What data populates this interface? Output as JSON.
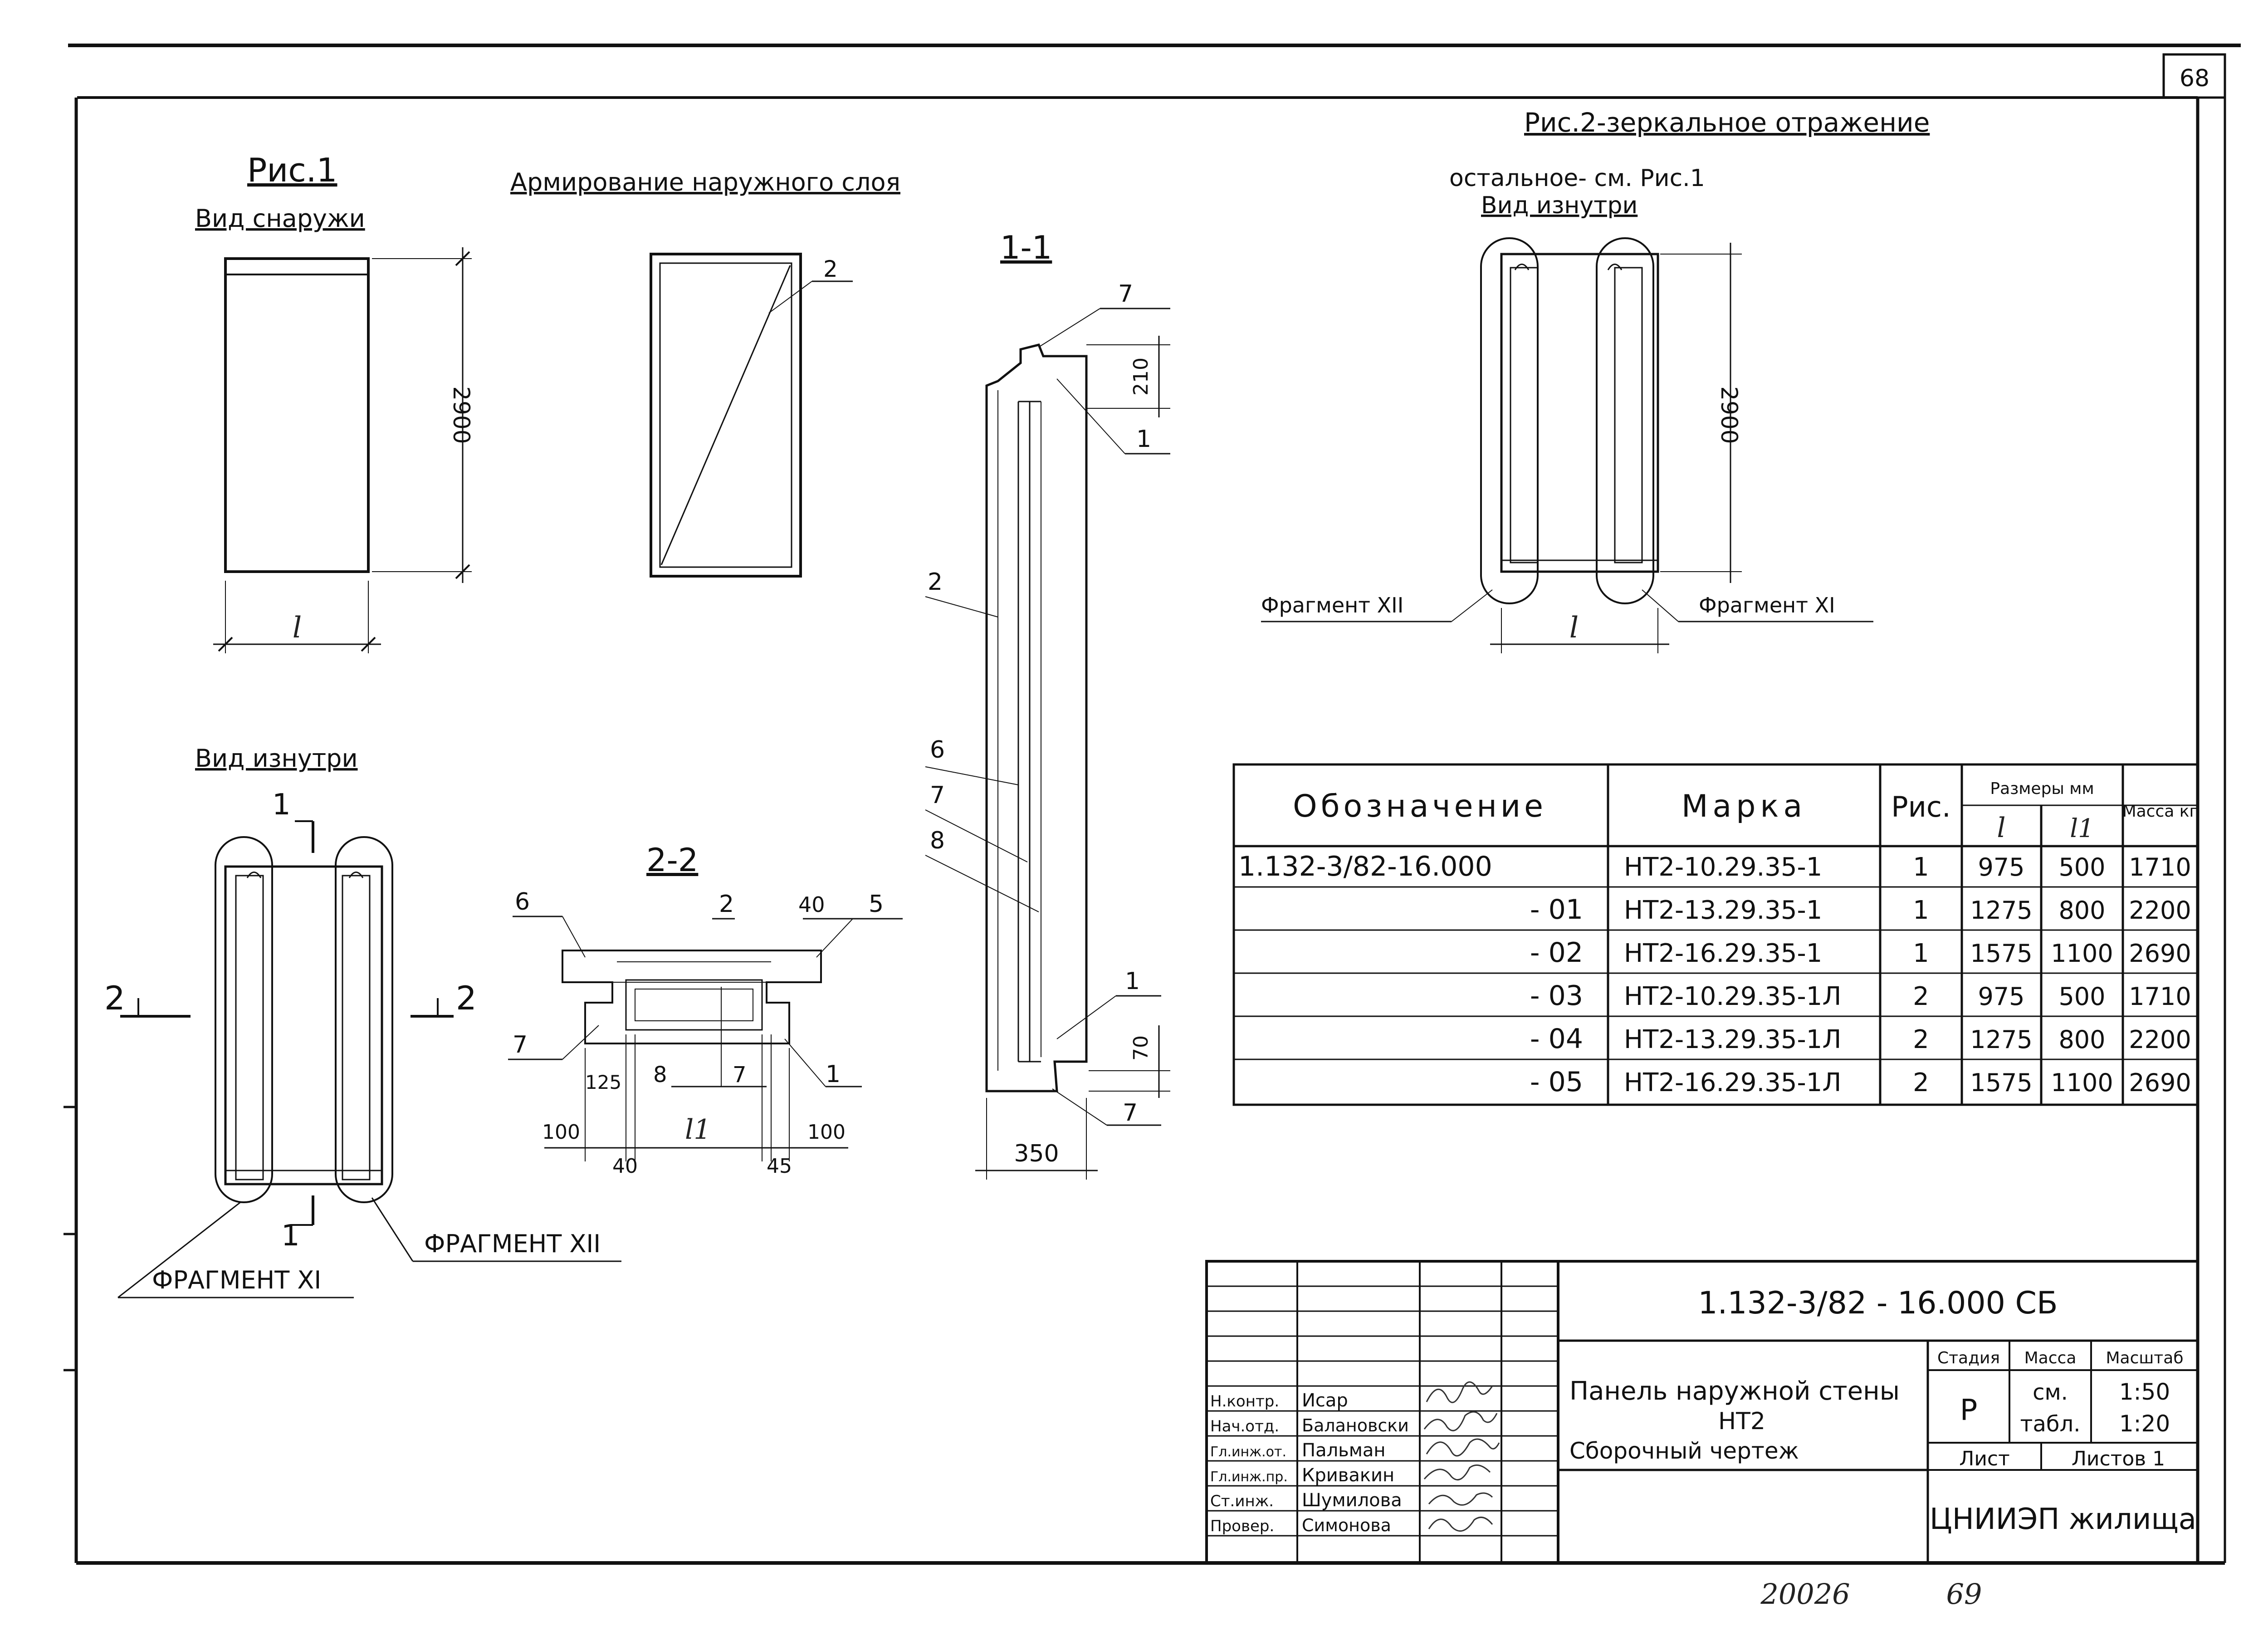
{
  "sheet_number_top": "68",
  "footer": {
    "code": "20026",
    "page": "69"
  },
  "fig1": {
    "title": "Рис.1",
    "view_outside": "Вид снаружи",
    "dim_height": "2900",
    "dim_width": "l",
    "view_inside": "Вид изнутри",
    "cut_1": "1",
    "cut_2": "2",
    "fragment_xi": "ФРАГМЕНТ XI",
    "fragment_xii": "ФРАГМЕНТ XII"
  },
  "reinforcement": {
    "title": "Армирование наружного слоя",
    "label_2": "2"
  },
  "section_22": {
    "title": "2-2",
    "labels": [
      "6",
      "2",
      "40",
      "5",
      "7",
      "8",
      "7",
      "1"
    ],
    "dims": [
      "125",
      "100",
      "l1",
      "100",
      "40",
      "45"
    ]
  },
  "section_11": {
    "title": "1-1",
    "labels": [
      "7",
      "1",
      "2",
      "6",
      "7",
      "8",
      "1",
      "7"
    ],
    "dims": [
      "210",
      "70",
      "350"
    ]
  },
  "fig2": {
    "title": "Рис.2-зеркальное отражение",
    "note": "остальное- см. Рис.1",
    "view_inside": "Вид изнутри",
    "dim_height": "2900",
    "dim_width": "l",
    "fragment_xii": "Фрагмент XII",
    "fragment_xi": "Фрагмент XI"
  },
  "spec_table": {
    "headers": {
      "designation": "Обозначение",
      "mark": "Марка",
      "fig": "Рис.",
      "sizes": "Размеры мм",
      "l": "l",
      "l1": "l1",
      "mass": "Масса кг"
    },
    "rows": [
      {
        "designation": "1.132-3/82-16.000",
        "mark": "НТ2-10.29.35-1",
        "fig": "1",
        "l": "975",
        "l1": "500",
        "mass": "1710"
      },
      {
        "designation": "- 01",
        "mark": "НТ2-13.29.35-1",
        "fig": "1",
        "l": "1275",
        "l1": "800",
        "mass": "2200"
      },
      {
        "designation": "- 02",
        "mark": "НТ2-16.29.35-1",
        "fig": "1",
        "l": "1575",
        "l1": "1100",
        "mass": "2690"
      },
      {
        "designation": "- 03",
        "mark": "НТ2-10.29.35-1Л",
        "fig": "2",
        "l": "975",
        "l1": "500",
        "mass": "1710"
      },
      {
        "designation": "- 04",
        "mark": "НТ2-13.29.35-1Л",
        "fig": "2",
        "l": "1275",
        "l1": "800",
        "mass": "2200"
      },
      {
        "designation": "- 05",
        "mark": "НТ2-16.29.35-1Л",
        "fig": "2",
        "l": "1575",
        "l1": "1100",
        "mass": "2690"
      }
    ]
  },
  "title_block": {
    "doc_code": "1.132-3/82 - 16.000 СБ",
    "title_line1": "Панель наружной стены",
    "title_line2": "НТ2",
    "title_line3": "Сборочный чертеж",
    "stage_label": "Стадия",
    "mass_label": "Масса",
    "scale_label": "Масштаб",
    "stage_value": "Р",
    "mass_value_1": "см.",
    "mass_value_2": "табл.",
    "scale_value_1": "1:50",
    "scale_value_2": "1:20",
    "sheet_label": "Лист",
    "sheets_label": "Листов 1",
    "org": "ЦНИИЭП жилища",
    "signatories": [
      {
        "role": "Н.контр.",
        "name": "Исар"
      },
      {
        "role": "Нач.отд.",
        "name": "Балановски"
      },
      {
        "role": "Гл.инж.от.",
        "name": "Пальман"
      },
      {
        "role": "Гл.инж.пр.",
        "name": "Кривакин"
      },
      {
        "role": "Ст.инж.",
        "name": "Шумилова"
      },
      {
        "role": "Провер.",
        "name": "Симонова"
      }
    ]
  }
}
